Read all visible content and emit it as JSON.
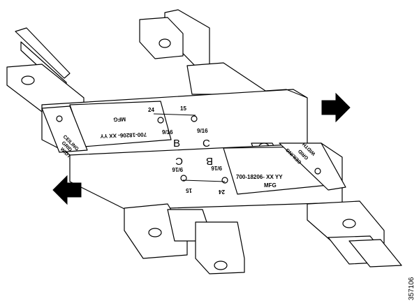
{
  "figure_id": "357106",
  "arrows": [
    {
      "name": "right-arrow",
      "direction": "right"
    },
    {
      "name": "left-arrow",
      "direction": "left"
    }
  ],
  "upper_bracket": {
    "part_number": "700-18206- XX YY",
    "mfg": "MFG",
    "side_label": [
      "CEILING",
      "GRID",
      "WIDTH"
    ],
    "dim_24": "24",
    "dim_15": "15",
    "dim_9_16_left": "9/16",
    "dim_9_16_right": "9/16",
    "letter_b": "B",
    "letter_c": "C"
  },
  "lower_bracket": {
    "part_number": "700-18206- XX YY",
    "mfg": "MFG",
    "side_label": [
      "CEILING",
      "GRID",
      "WIDTH"
    ],
    "dim_24": "24",
    "dim_15": "15",
    "dim_9_16_left": "9/16",
    "dim_9_16_right": "9/16",
    "letter_b": "B",
    "letter_c": "C"
  }
}
